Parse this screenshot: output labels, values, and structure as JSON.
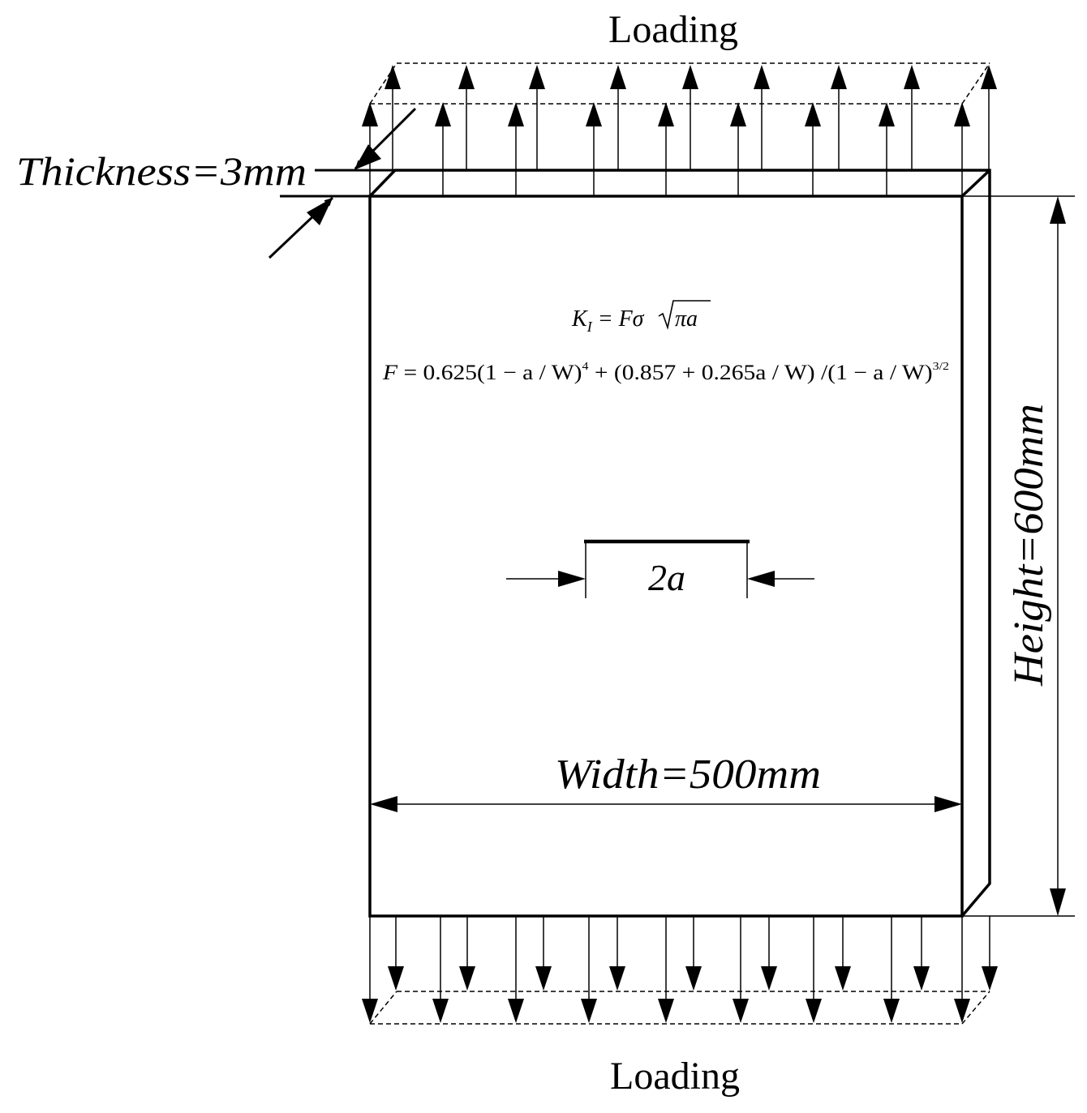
{
  "labels": {
    "loading_top": "Loading",
    "loading_bottom": "Loading",
    "thickness": "Thickness=3mm",
    "height": "Height=600mm",
    "width": "Width=500mm",
    "crack": "2a"
  },
  "formulas": {
    "ki": {
      "k": "K",
      "k_sub": "I",
      "rhs": " = Fσ",
      "radical": "πa"
    },
    "f": {
      "lhs": "F",
      "part1": " = 0.625(1 − a / W)",
      "exp1": "4",
      "part2": " + (0.857 + 0.265a / W) /(1 − a / W)",
      "exp2": "3/2"
    }
  },
  "dimensions": {
    "thickness_mm": 3,
    "height_mm": 600,
    "width_mm": 500
  }
}
